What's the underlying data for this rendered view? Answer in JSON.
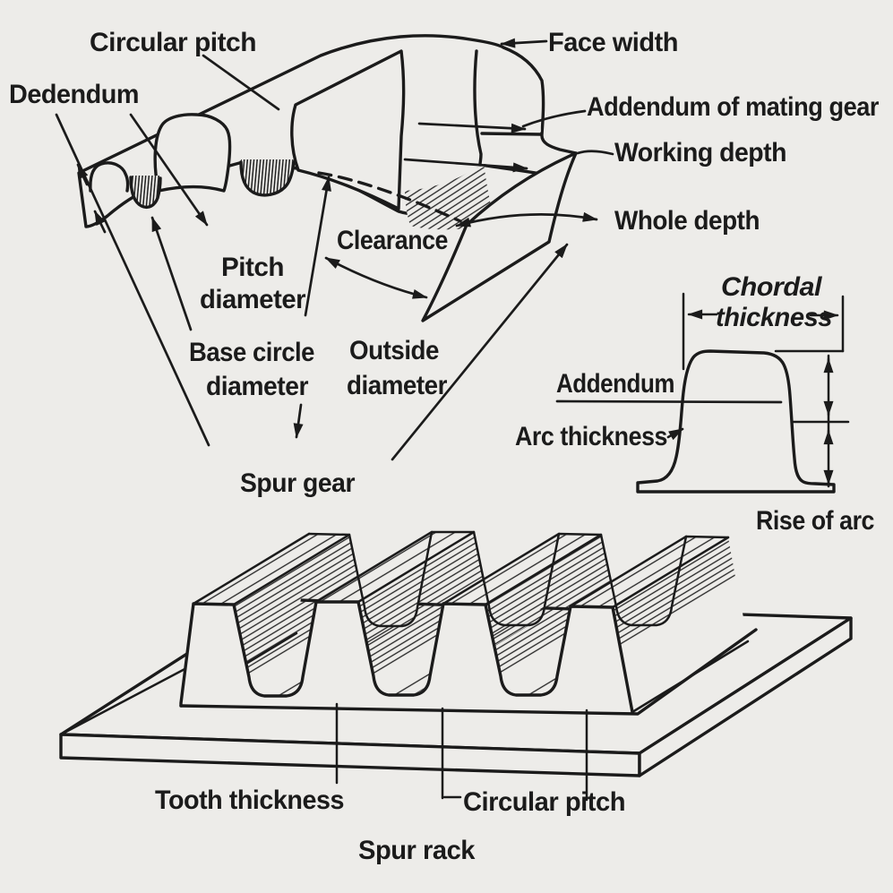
{
  "colors": {
    "background": "#edece9",
    "ink": "#1b1b1b"
  },
  "spur_gear": {
    "labels": {
      "circular_pitch": "Circular pitch",
      "dedendum": "Dedendum",
      "face_width": "Face width",
      "addendum_of_mating_gear": "Addendum of mating gear",
      "working_depth": "Working depth",
      "whole_depth": "Whole depth",
      "clearance": "Clearance",
      "pitch_diameter_line1": "Pitch",
      "pitch_diameter_line2": "diameter",
      "base_circle_diameter_line1": "Base circle",
      "base_circle_diameter_line2": "diameter",
      "outside_diameter_line1": "Outside",
      "outside_diameter_line2": "diameter",
      "caption": "Spur gear"
    }
  },
  "tooth_profile": {
    "labels": {
      "chordal_thickness_line1": "Chordal",
      "chordal_thickness_line2": "thickness",
      "addendum": "Addendum",
      "arc_thickness": "Arc thickness",
      "rise_of_arc": "Rise of arc"
    }
  },
  "spur_rack": {
    "labels": {
      "tooth_thickness": "Tooth thickness",
      "circular_pitch": "Circular pitch",
      "caption": "Spur rack"
    }
  }
}
